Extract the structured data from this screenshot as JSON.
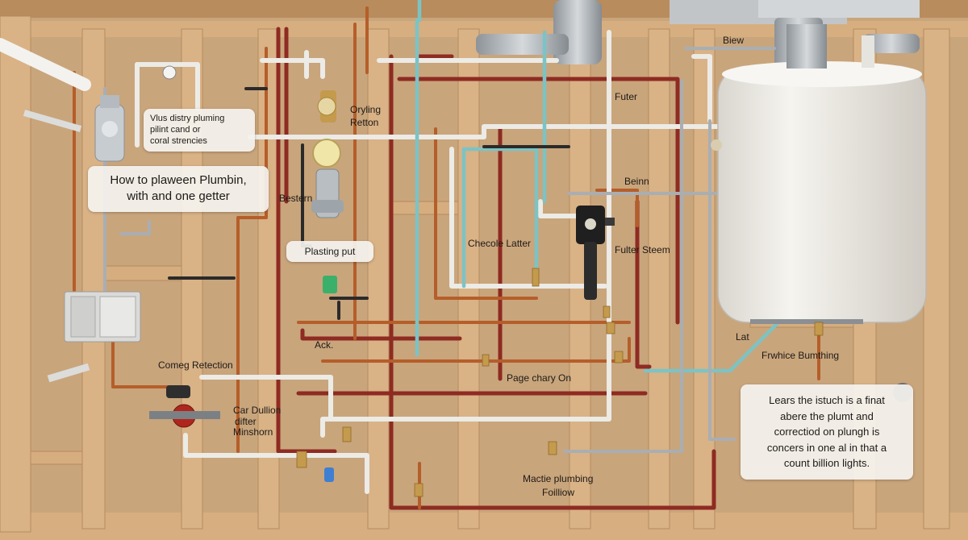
{
  "info_box_top": {
    "lines": [
      "Vlus distry pluming",
      "pilint cand or",
      "coral strencies"
    ]
  },
  "title_box": {
    "lines": [
      "How to plaween Plumbin,",
      "with and one getter"
    ]
  },
  "plasting_box": {
    "text": "Plasting put"
  },
  "bottom_right_box": {
    "lines": [
      "Lears the istuch is a finat",
      "abere the plumt and",
      "correctiod on plungh is",
      "concers in one al in that a",
      "count billion lights."
    ]
  },
  "labels": {
    "biew": "Biew",
    "oryling": "Oryling",
    "retton": "Retton",
    "futer": "Futer",
    "bestern": "Bestern",
    "beinn": "Beinn",
    "checole_latter": "Checole Latter",
    "fulter_steem": "Fulter Steem",
    "ack": "Ack.",
    "lat": "Lat",
    "frwhice_bumthing": "Frwhice Bumthing",
    "comeg_retection": "Comeg Retection",
    "page_chary_on": "Page chary On",
    "car_dullion": "Car Dullion",
    "difter": "difter",
    "minshorn": "Minshorn",
    "mactie_plumbing": "Mactie plumbing",
    "foilliow": "Foilliow"
  },
  "colors": {
    "wall": "#c9a57c",
    "stud": "#d9b286",
    "copper": "#b55e2a",
    "red_pex": "#8e2b22",
    "white_pvc": "#ecebe6",
    "teal_pex": "#7cc3c4",
    "steel": "#a9aeb3",
    "tank": "#efece6"
  },
  "icons": [
    "water-heater-tank",
    "pressure-regulator-icon",
    "valve-icon",
    "electrical-box-icon",
    "pump-icon",
    "gauge-icon",
    "vent-duct-icon"
  ]
}
